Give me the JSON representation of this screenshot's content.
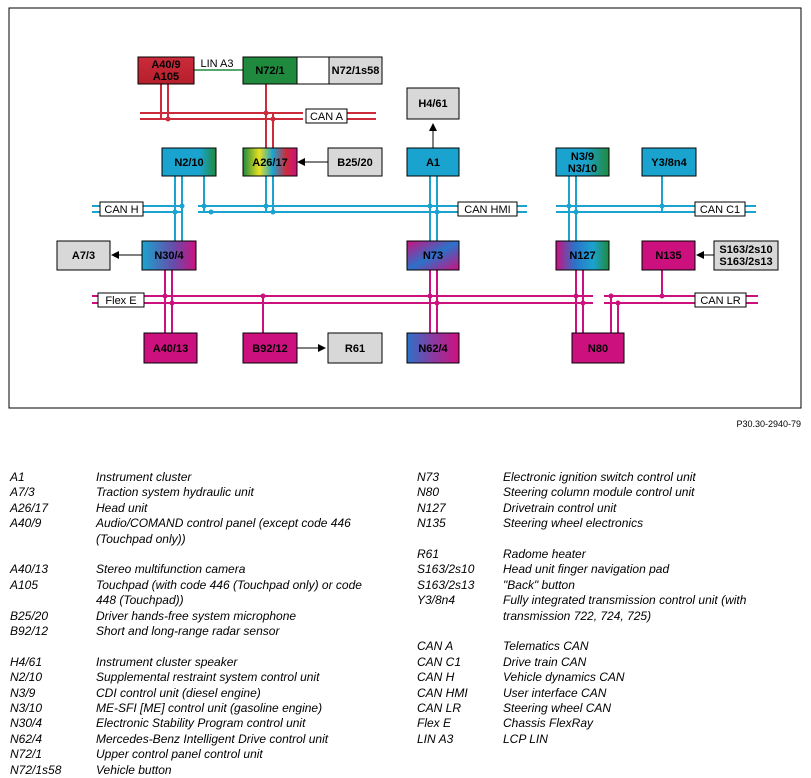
{
  "colors": {
    "red": "#cc2b3b",
    "blue": "#1ba3cf",
    "magenta": "#cc117f",
    "green": "#1f8a3e",
    "gray": "#d8d8d8"
  },
  "ref_code": "P30.30-2940-79",
  "buses": {
    "can_a": "CAN A",
    "can_h": "CAN H",
    "can_hmi": "CAN HMI",
    "can_c1": "CAN C1",
    "flex_e": "Flex E",
    "can_lr": "CAN LR",
    "lin_a3": "LIN A3"
  },
  "modules": {
    "a40_9": [
      "A40/9",
      "A105"
    ],
    "n72_1": "N72/1",
    "n72_1s58": "N72/1s58",
    "h4_61": "H4/61",
    "n2_10": "N2/10",
    "a26_17": "A26/17",
    "b25_20": "B25/20",
    "a1": "A1",
    "n3_9": [
      "N3/9",
      "N3/10"
    ],
    "y3_8n4": "Y3/8n4",
    "a7_3": "A7/3",
    "n30_4": "N30/4",
    "n73": "N73",
    "n127": "N127",
    "n135": "N135",
    "s163": [
      "S163/2s10",
      "S163/2s13"
    ],
    "a40_13": "A40/13",
    "b92_12": "B92/12",
    "r61": "R61",
    "n62_4": "N62/4",
    "n80": "N80"
  },
  "legend_left": [
    {
      "code": "A1",
      "desc": [
        "Instrument cluster"
      ]
    },
    {
      "code": "A7/3",
      "desc": [
        "Traction system hydraulic unit"
      ]
    },
    {
      "code": "A26/17",
      "desc": [
        "Head unit"
      ]
    },
    {
      "code": "A40/9",
      "desc": [
        "Audio/COMAND control panel (except code 446",
        "(Touchpad only))"
      ]
    },
    {
      "code": "A40/13",
      "desc": [
        "Stereo multifunction camera"
      ]
    },
    {
      "code": "A105",
      "desc": [
        "Touchpad (with code 446 (Touchpad only) or code",
        "448 (Touchpad))"
      ]
    },
    {
      "code": "B25/20",
      "desc": [
        "Driver hands-free system microphone"
      ]
    },
    {
      "code": "B92/12",
      "desc": [
        "Short and long-range radar sensor"
      ]
    },
    {
      "code": "H4/61",
      "desc": [
        "Instrument cluster speaker"
      ]
    },
    {
      "code": "N2/10",
      "desc": [
        "Supplemental restraint system control unit"
      ]
    },
    {
      "code": "N3/9",
      "desc": [
        "CDI control unit (diesel engine)"
      ]
    },
    {
      "code": "N3/10",
      "desc": [
        "ME-SFI [ME] control unit (gasoline engine)"
      ]
    },
    {
      "code": "N30/4",
      "desc": [
        "Electronic Stability Program control unit"
      ]
    },
    {
      "code": "N62/4",
      "desc": [
        "Mercedes-Benz Intelligent Drive control unit"
      ]
    },
    {
      "code": "N72/1",
      "desc": [
        "Upper control panel control unit"
      ]
    },
    {
      "code": "N72/1s58",
      "desc": [
        "Vehicle button"
      ]
    }
  ],
  "legend_right": [
    {
      "code": "N73",
      "desc": [
        "Electronic ignition switch control unit"
      ]
    },
    {
      "code": "N80",
      "desc": [
        "Steering column module control unit"
      ]
    },
    {
      "code": "N127",
      "desc": [
        "Drivetrain control unit"
      ]
    },
    {
      "code": "N135",
      "desc": [
        "Steering wheel electronics"
      ]
    },
    {
      "code": "R61",
      "desc": [
        "Radome heater"
      ]
    },
    {
      "code": "S163/2s10",
      "desc": [
        "Head unit finger navigation pad"
      ]
    },
    {
      "code": "S163/2s13",
      "desc": [
        "\"Back\" button"
      ]
    },
    {
      "code": "Y3/8n4",
      "desc": [
        "Fully integrated transmission control unit (with",
        "transmission 722, 724, 725)"
      ]
    },
    {
      "code": "CAN A",
      "desc": [
        "Telematics CAN"
      ]
    },
    {
      "code": "CAN C1",
      "desc": [
        "Drive train CAN"
      ]
    },
    {
      "code": "CAN H",
      "desc": [
        "Vehicle dynamics CAN"
      ]
    },
    {
      "code": "CAN HMI",
      "desc": [
        "User interface CAN"
      ]
    },
    {
      "code": "CAN LR",
      "desc": [
        "Steering wheel CAN"
      ]
    },
    {
      "code": "Flex E",
      "desc": [
        "Chassis FlexRay"
      ]
    },
    {
      "code": "LIN A3",
      "desc": [
        "LCP LIN"
      ]
    }
  ]
}
